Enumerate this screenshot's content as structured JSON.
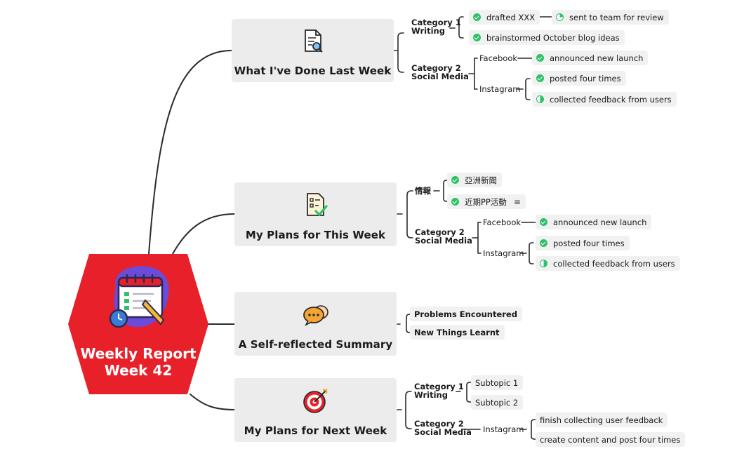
{
  "central": {
    "title_line1": "Weekly Report",
    "title_line2": "Week 42"
  },
  "icons": {
    "central": "calendar-checklist-icon"
  },
  "colors": {
    "central": "#e8202a",
    "done": "#2fc06a",
    "topic_bg": "#ececec",
    "line": "#2b2b2b"
  },
  "topics": [
    {
      "label": "What I've Done Last Week",
      "icon": "document-search-icon",
      "branches": [
        {
          "label_line1": "Category 1",
          "label_line2": "Writing",
          "items": [
            {
              "text": "drafted XXX",
              "status": "done",
              "child": {
                "text": "sent to team for review",
                "status": "quarter"
              }
            },
            {
              "text": "brainstormed October blog ideas",
              "status": "done"
            }
          ]
        },
        {
          "label_line1": "Category 2",
          "label_line2": "Social Media",
          "subs": [
            {
              "text": "Facebook",
              "items": [
                {
                  "text": "announced new launch",
                  "status": "done"
                }
              ]
            },
            {
              "text": "Instagram",
              "items": [
                {
                  "text": "posted four times",
                  "status": "done"
                },
                {
                  "text": "collected feedback from users",
                  "status": "half"
                }
              ]
            }
          ]
        }
      ]
    },
    {
      "label": "My Plans for This Week",
      "icon": "checklist-icon",
      "branches": [
        {
          "label_line1": "情報",
          "label_line2": "",
          "items": [
            {
              "text": "亞洲新聞",
              "status": "done"
            },
            {
              "text": "近期PP活動",
              "status": "done",
              "note_icon": "notes-icon"
            }
          ]
        },
        {
          "label_line1": "Category 2",
          "label_line2": "Social Media",
          "subs": [
            {
              "text": "Facebook",
              "items": [
                {
                  "text": "announced new launch",
                  "status": "done"
                }
              ]
            },
            {
              "text": "Instagram",
              "items": [
                {
                  "text": "posted four times",
                  "status": "done"
                },
                {
                  "text": "collected feedback from users",
                  "status": "half"
                }
              ]
            }
          ]
        }
      ]
    },
    {
      "label": "A Self-reflected Summary",
      "icon": "chat-bubbles-icon",
      "branches": [
        {
          "label_line1": "Problems Encountered"
        },
        {
          "label_line1": "New Things Learnt"
        }
      ]
    },
    {
      "label": "My Plans for Next Week",
      "icon": "target-icon",
      "branches": [
        {
          "label_line1": "Category 1",
          "label_line2": "Writing",
          "items": [
            {
              "text": "Subtopic 1"
            },
            {
              "text": "Subtopic 2"
            }
          ]
        },
        {
          "label_line1": "Category 2",
          "label_line2": "Social Media",
          "subs": [
            {
              "text": "Instagram",
              "items": [
                {
                  "text": "finish collecting user feedback"
                },
                {
                  "text": "create content and post four times"
                }
              ]
            }
          ]
        }
      ]
    }
  ]
}
